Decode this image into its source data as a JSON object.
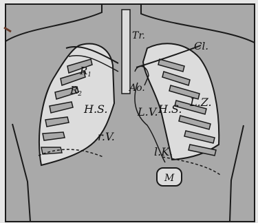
{
  "colors": {
    "background": "#e6e6e6",
    "panel": "#a9a9a9",
    "lung_field": "#dcdcdc",
    "line": "#1a1a1a"
  },
  "labels": {
    "trachea": "Tr.",
    "clavicle": "Cl.",
    "r1": "R",
    "r1_sub": "1",
    "r2": "R",
    "r2_sub": "2",
    "aorta": "Ao.",
    "hilus_right": "H.S.",
    "hilus_left": "H.S.",
    "lv": "L.V.",
    "lz": "L.Z.",
    "right_ventricle": "r.V.",
    "left_chamber": "l.K.",
    "stomach": "M"
  }
}
